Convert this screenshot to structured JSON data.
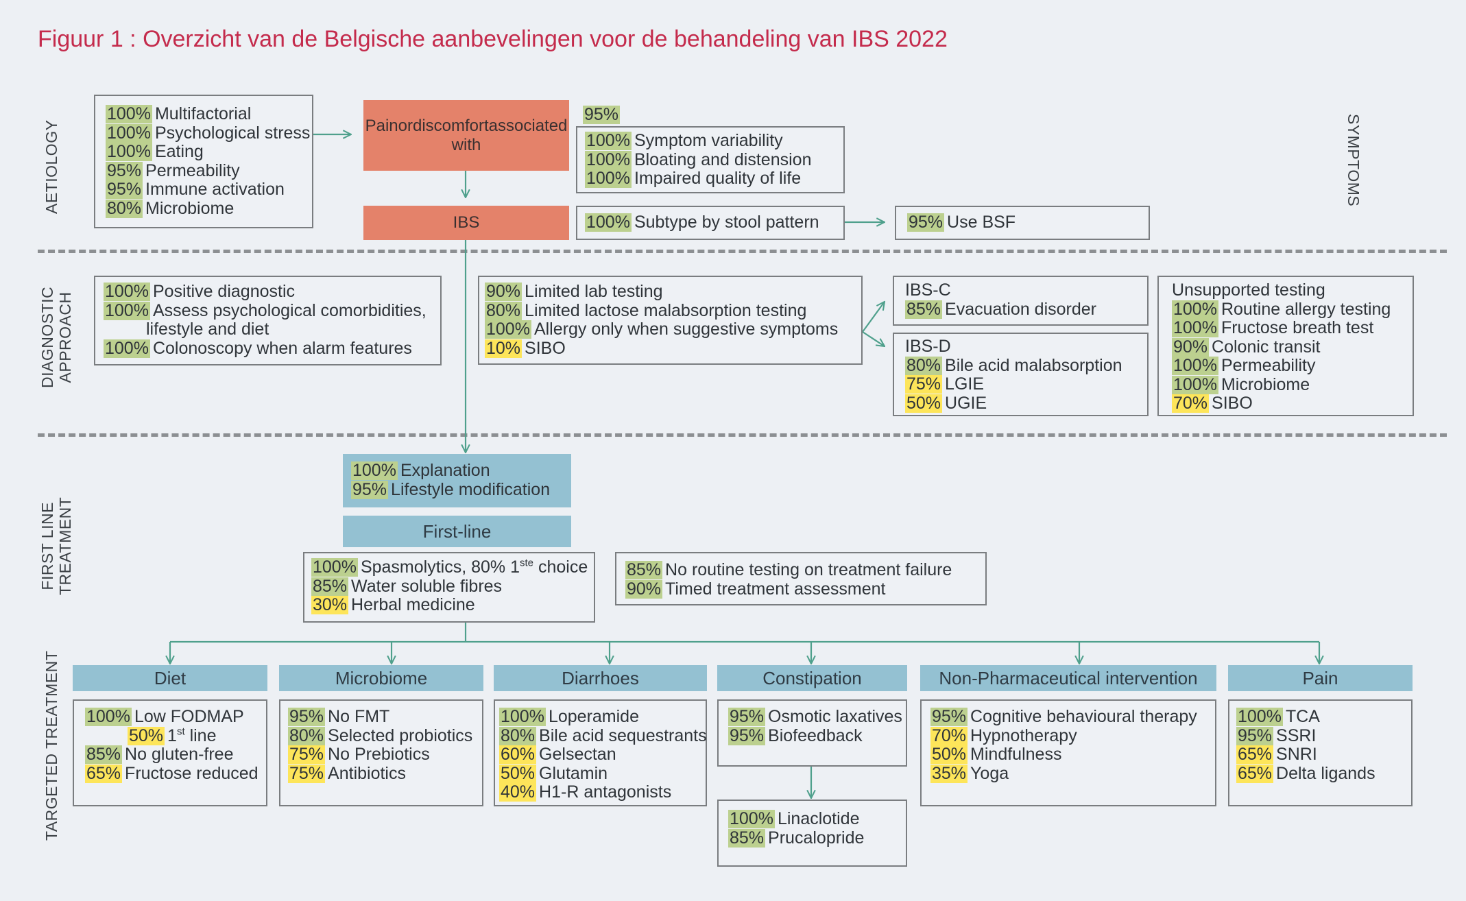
{
  "title": "Figuur 1 : Overzicht van de Belgische aanbevelingen voor de behandeling van IBS 2022",
  "section_labels": {
    "aetiology": "AETIOLOGY",
    "symptoms": "SYMPTOMS",
    "diagnostic_line1": "DIAGNOSTIC",
    "diagnostic_line2": "APPROACH",
    "first_line_line1": "FIRST LINE",
    "first_line_line2": "TREATMENT",
    "targeted": "TARGETED TREATMENT"
  },
  "colors": {
    "title": "#c42b4c",
    "green_pct": "#bcd08f",
    "yellow_pct": "#fde55a",
    "red_box": "#e4826a",
    "blue_box": "#94c1d2",
    "connector": "#4fa08c"
  },
  "aetiology": {
    "items": [
      {
        "pct": "100%",
        "label": "Multifactorial",
        "color": "g"
      },
      {
        "pct": "100%",
        "label": "Psychological stress",
        "color": "g"
      },
      {
        "pct": "100%",
        "label": "Eating",
        "color": "g"
      },
      {
        "pct": "95%",
        "label": "Permeability",
        "color": "g"
      },
      {
        "pct": "95%",
        "label": "Immune activation",
        "color": "g"
      },
      {
        "pct": "80%",
        "label": "Microbiome",
        "color": "g"
      }
    ]
  },
  "pain_box": {
    "line1": "Painordiscomfortassociated",
    "line2": "with"
  },
  "ibs_box": {
    "label": "IBS"
  },
  "symptoms": {
    "header_pct": "95%",
    "items": [
      {
        "pct": "100%",
        "label": "Symptom variability",
        "color": "g"
      },
      {
        "pct": "100%",
        "label": "Bloating and distension",
        "color": "g"
      },
      {
        "pct": "100%",
        "label": "Impaired quality of life",
        "color": "g"
      }
    ],
    "subtype": {
      "pct": "100%",
      "label": "Subtype by stool pattern",
      "color": "g"
    },
    "bsf": {
      "pct": "95%",
      "label": "Use BSF",
      "color": "g"
    }
  },
  "diagnostic": {
    "general": [
      {
        "pct": "100%",
        "label": "Positive diagnostic",
        "color": "g"
      },
      {
        "pct": "100%",
        "label": "Assess psychological comorbidities,",
        "color": "g"
      },
      {
        "pct": "",
        "label": "lifestyle and diet",
        "color": ""
      },
      {
        "pct": "100%",
        "label": "Colonoscopy when alarm features",
        "color": "g"
      }
    ],
    "lab": [
      {
        "pct": "90%",
        "label": "Limited lab testing",
        "color": "g"
      },
      {
        "pct": "80%",
        "label": "Limited lactose malabsorption testing",
        "color": "g"
      },
      {
        "pct": "100%",
        "label": "Allergy only when suggestive symptoms",
        "color": "g"
      },
      {
        "pct": "10%",
        "label": "SIBO",
        "color": "y"
      }
    ],
    "ibs_c": {
      "title": "IBS-C",
      "items": [
        {
          "pct": "85%",
          "label": "Evacuation disorder",
          "color": "g"
        }
      ]
    },
    "ibs_d": {
      "title": "IBS-D",
      "items": [
        {
          "pct": "80%",
          "label": "Bile acid malabsorption",
          "color": "g"
        },
        {
          "pct": "75%",
          "label": "LGIE",
          "color": "y"
        },
        {
          "pct": "50%",
          "label": "UGIE",
          "color": "y"
        }
      ]
    },
    "unsupported": {
      "title": "Unsupported testing",
      "items": [
        {
          "pct": "100%",
          "label": "Routine allergy testing",
          "color": "g"
        },
        {
          "pct": "100%",
          "label": "Fructose breath test",
          "color": "g"
        },
        {
          "pct": "90%",
          "label": "Colonic transit",
          "color": "g"
        },
        {
          "pct": "100%",
          "label": "Permeability",
          "color": "g"
        },
        {
          "pct": "100%",
          "label": "Microbiome",
          "color": "g"
        },
        {
          "pct": "70%",
          "label": "SIBO",
          "color": "y"
        }
      ]
    }
  },
  "first_line": {
    "explanation": [
      {
        "pct": "100%",
        "label": "Explanation",
        "color": "g"
      },
      {
        "pct": "95%",
        "label": "Lifestyle modification",
        "color": "g"
      }
    ],
    "header": "First-line",
    "treatments": [
      {
        "pct": "100%",
        "label": "Spasmolytics, 80% 1",
        "sup": "ste",
        "after": " choice",
        "color": "g"
      },
      {
        "pct": "85%",
        "label": "Water soluble fibres",
        "color": "g"
      },
      {
        "pct": "30%",
        "label": "Herbal medicine",
        "color": "y"
      }
    ],
    "failure": [
      {
        "pct": "85%",
        "label": "No routine testing on treatment failure",
        "color": "g"
      },
      {
        "pct": "90%",
        "label": "Timed treatment assessment",
        "color": "g"
      }
    ]
  },
  "targeted": {
    "diet": {
      "header": "Diet",
      "items": [
        {
          "pct": "100%",
          "label": "Low FODMAP",
          "color": "g"
        },
        {
          "pct": "50%",
          "label": "1",
          "sup": "st",
          "after": " line",
          "color": "y",
          "indent": true
        },
        {
          "pct": "85%",
          "label": "No gluten-free",
          "color": "g"
        },
        {
          "pct": "65%",
          "label": "Fructose reduced",
          "color": "y"
        }
      ]
    },
    "microbiome": {
      "header": "Microbiome",
      "items": [
        {
          "pct": "95%",
          "label": "No FMT",
          "color": "g"
        },
        {
          "pct": "80%",
          "label": "Selected probiotics",
          "color": "g"
        },
        {
          "pct": "75%",
          "label": "No Prebiotics",
          "color": "y"
        },
        {
          "pct": "75%",
          "label": "Antibiotics",
          "color": "y"
        }
      ]
    },
    "diarrhoea": {
      "header": "Diarrhoes",
      "items": [
        {
          "pct": "100%",
          "label": "Loperamide",
          "color": "g"
        },
        {
          "pct": "80%",
          "label": "Bile acid sequestrants",
          "color": "g"
        },
        {
          "pct": "60%",
          "label": "Gelsectan",
          "color": "y"
        },
        {
          "pct": "50%",
          "label": "Glutamin",
          "color": "y"
        },
        {
          "pct": "40%",
          "label": "H1-R antagonists",
          "color": "y"
        }
      ]
    },
    "constipation": {
      "header": "Constipation",
      "items": [
        {
          "pct": "95%",
          "label": "Osmotic laxatives",
          "color": "g"
        },
        {
          "pct": "95%",
          "label": "Biofeedback",
          "color": "g"
        }
      ],
      "second": [
        {
          "pct": "100%",
          "label": "Linaclotide",
          "color": "g"
        },
        {
          "pct": "85%",
          "label": "Prucalopride",
          "color": "g"
        }
      ]
    },
    "non_pharma": {
      "header": "Non-Pharmaceutical intervention",
      "items": [
        {
          "pct": "95%",
          "label": "Cognitive behavioural therapy",
          "color": "g"
        },
        {
          "pct": "70%",
          "label": "Hypnotherapy",
          "color": "y"
        },
        {
          "pct": "50%",
          "label": "Mindfulness",
          "color": "y"
        },
        {
          "pct": "35%",
          "label": "Yoga",
          "color": "y"
        }
      ]
    },
    "pain": {
      "header": "Pain",
      "items": [
        {
          "pct": "100%",
          "label": "TCA",
          "color": "g"
        },
        {
          "pct": "95%",
          "label": "SSRI",
          "color": "g"
        },
        {
          "pct": "65%",
          "label": "SNRI",
          "color": "y"
        },
        {
          "pct": "65%",
          "label": "Delta ligands",
          "color": "y"
        }
      ]
    }
  }
}
